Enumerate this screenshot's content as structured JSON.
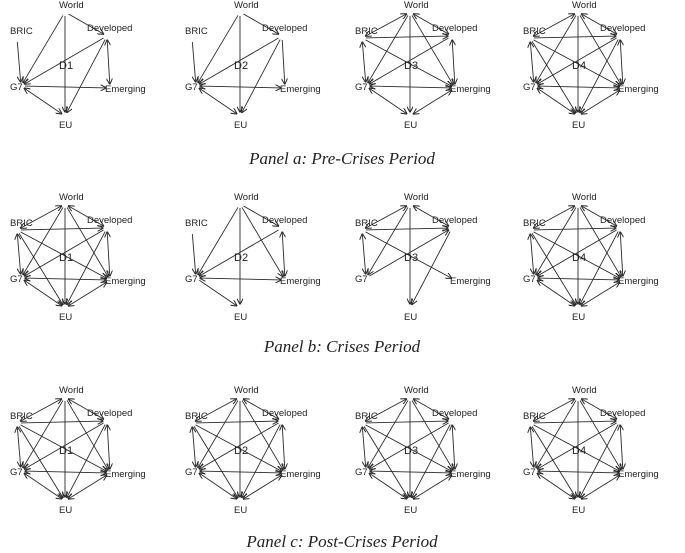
{
  "figure": {
    "node_labels": [
      "World",
      "BRIC",
      "Developed",
      "G7",
      "Emerging",
      "EU"
    ],
    "panels": [
      {
        "caption": "Panel a: Pre-Crises Period",
        "graphs": [
          {
            "label": "D1",
            "edges": [
              [
                "World",
                "Developed",
                "->"
              ],
              [
                "World",
                "G7",
                "->"
              ],
              [
                "Developed",
                "G7",
                "->"
              ],
              [
                "Developed",
                "Emerging",
                "<->"
              ],
              [
                "BRIC",
                "G7",
                "->"
              ],
              [
                "G7",
                "Emerging",
                "->"
              ],
              [
                "G7",
                "EU",
                "<->"
              ],
              [
                "World",
                "EU",
                "->"
              ],
              [
                "Developed",
                "EU",
                "->"
              ]
            ]
          },
          {
            "label": "D2",
            "edges": [
              [
                "World",
                "Developed",
                "->"
              ],
              [
                "World",
                "G7",
                "->"
              ],
              [
                "Developed",
                "G7",
                "->"
              ],
              [
                "Developed",
                "Emerging",
                "->"
              ],
              [
                "BRIC",
                "G7",
                "->"
              ],
              [
                "G7",
                "Emerging",
                "<->"
              ],
              [
                "G7",
                "EU",
                "<->"
              ],
              [
                "World",
                "EU",
                "->"
              ],
              [
                "Developed",
                "EU",
                "->"
              ]
            ]
          },
          {
            "label": "D3",
            "edges": [
              [
                "World",
                "BRIC",
                "<->"
              ],
              [
                "World",
                "Developed",
                "<->"
              ],
              [
                "BRIC",
                "G7",
                "<->"
              ],
              [
                "Developed",
                "Emerging",
                "<->"
              ],
              [
                "G7",
                "EU",
                "<->"
              ],
              [
                "Emerging",
                "EU",
                "<->"
              ],
              [
                "World",
                "EU",
                "->"
              ],
              [
                "BRIC",
                "Emerging",
                "->"
              ],
              [
                "Developed",
                "G7",
                "->"
              ],
              [
                "BRIC",
                "Developed",
                "->"
              ],
              [
                "G7",
                "Emerging",
                "<->"
              ],
              [
                "World",
                "G7",
                "->"
              ],
              [
                "World",
                "Emerging",
                "->"
              ]
            ]
          },
          {
            "label": "D4",
            "edges": [
              [
                "World",
                "BRIC",
                "<->"
              ],
              [
                "World",
                "Developed",
                "<->"
              ],
              [
                "BRIC",
                "G7",
                "<->"
              ],
              [
                "Developed",
                "Emerging",
                "<->"
              ],
              [
                "G7",
                "EU",
                "<->"
              ],
              [
                "Emerging",
                "EU",
                "<->"
              ],
              [
                "World",
                "EU",
                "->"
              ],
              [
                "BRIC",
                "Emerging",
                "->"
              ],
              [
                "Developed",
                "G7",
                "->"
              ],
              [
                "BRIC",
                "Developed",
                "->"
              ],
              [
                "G7",
                "Emerging",
                "<->"
              ],
              [
                "World",
                "G7",
                "->"
              ],
              [
                "World",
                "Emerging",
                "->"
              ],
              [
                "BRIC",
                "EU",
                "->"
              ],
              [
                "Developed",
                "EU",
                "->"
              ]
            ]
          }
        ]
      },
      {
        "caption": "Panel b: Crises Period",
        "graphs": [
          {
            "label": "D1",
            "edges": [
              [
                "World",
                "BRIC",
                "<->"
              ],
              [
                "World",
                "Developed",
                "<->"
              ],
              [
                "BRIC",
                "G7",
                "<->"
              ],
              [
                "Developed",
                "Emerging",
                "<->"
              ],
              [
                "G7",
                "EU",
                "<->"
              ],
              [
                "Emerging",
                "EU",
                "<->"
              ],
              [
                "World",
                "EU",
                "->"
              ],
              [
                "BRIC",
                "Emerging",
                "->"
              ],
              [
                "Developed",
                "G7",
                "->"
              ],
              [
                "BRIC",
                "Developed",
                "->"
              ],
              [
                "G7",
                "Emerging",
                "<->"
              ],
              [
                "World",
                "G7",
                "->"
              ],
              [
                "World",
                "Emerging",
                "->"
              ],
              [
                "BRIC",
                "EU",
                "->"
              ],
              [
                "Developed",
                "EU",
                "->"
              ]
            ]
          },
          {
            "label": "D2",
            "edges": [
              [
                "World",
                "Developed",
                "->"
              ],
              [
                "World",
                "G7",
                "->"
              ],
              [
                "Developed",
                "G7",
                "->"
              ],
              [
                "Developed",
                "Emerging",
                "<->"
              ],
              [
                "BRIC",
                "G7",
                "->"
              ],
              [
                "G7",
                "Emerging",
                "<->"
              ],
              [
                "G7",
                "EU",
                "->"
              ],
              [
                "World",
                "EU",
                "->"
              ],
              [
                "World",
                "Emerging",
                "->"
              ]
            ]
          },
          {
            "label": "D3",
            "edges": [
              [
                "World",
                "BRIC",
                "<->"
              ],
              [
                "BRIC",
                "Developed",
                "->"
              ],
              [
                "BRIC",
                "G7",
                "<->"
              ],
              [
                "World",
                "G7",
                "->"
              ],
              [
                "World",
                "EU",
                "->"
              ],
              [
                "BRIC",
                "Emerging",
                "->"
              ],
              [
                "G7",
                "Developed",
                "->"
              ],
              [
                "World",
                "Developed",
                "<->"
              ],
              [
                "Developed",
                "EU",
                "->"
              ]
            ]
          },
          {
            "label": "D4",
            "edges": [
              [
                "World",
                "BRIC",
                "<->"
              ],
              [
                "World",
                "Developed",
                "<->"
              ],
              [
                "BRIC",
                "G7",
                "<->"
              ],
              [
                "Developed",
                "Emerging",
                "<->"
              ],
              [
                "G7",
                "EU",
                "<->"
              ],
              [
                "Emerging",
                "EU",
                "<->"
              ],
              [
                "World",
                "EU",
                "->"
              ],
              [
                "BRIC",
                "Emerging",
                "->"
              ],
              [
                "Developed",
                "G7",
                "->"
              ],
              [
                "BRIC",
                "Developed",
                "->"
              ],
              [
                "G7",
                "Emerging",
                "<->"
              ],
              [
                "World",
                "G7",
                "->"
              ],
              [
                "World",
                "Emerging",
                "->"
              ],
              [
                "BRIC",
                "EU",
                "->"
              ],
              [
                "Developed",
                "EU",
                "->"
              ]
            ]
          }
        ]
      },
      {
        "caption": "Panel c: Post-Crises Period",
        "graphs": [
          {
            "label": "D1",
            "edges": [
              [
                "World",
                "BRIC",
                "<->"
              ],
              [
                "World",
                "Developed",
                "<->"
              ],
              [
                "BRIC",
                "G7",
                "<->"
              ],
              [
                "Developed",
                "Emerging",
                "<->"
              ],
              [
                "G7",
                "EU",
                "<->"
              ],
              [
                "Emerging",
                "EU",
                "<->"
              ],
              [
                "World",
                "EU",
                "->"
              ],
              [
                "BRIC",
                "Emerging",
                "->"
              ],
              [
                "Developed",
                "G7",
                "->"
              ],
              [
                "BRIC",
                "Developed",
                "->"
              ],
              [
                "G7",
                "Emerging",
                "<->"
              ],
              [
                "World",
                "G7",
                "->"
              ],
              [
                "World",
                "Emerging",
                "->"
              ],
              [
                "BRIC",
                "EU",
                "->"
              ],
              [
                "Developed",
                "EU",
                "->"
              ]
            ]
          },
          {
            "label": "D2",
            "edges": [
              [
                "World",
                "BRIC",
                "<->"
              ],
              [
                "World",
                "Developed",
                "<->"
              ],
              [
                "BRIC",
                "G7",
                "<->"
              ],
              [
                "Developed",
                "Emerging",
                "<->"
              ],
              [
                "G7",
                "EU",
                "<->"
              ],
              [
                "Emerging",
                "EU",
                "<->"
              ],
              [
                "World",
                "EU",
                "->"
              ],
              [
                "BRIC",
                "Emerging",
                "->"
              ],
              [
                "Developed",
                "G7",
                "->"
              ],
              [
                "BRIC",
                "Developed",
                "->"
              ],
              [
                "G7",
                "Emerging",
                "<->"
              ],
              [
                "World",
                "G7",
                "->"
              ],
              [
                "World",
                "Emerging",
                "->"
              ],
              [
                "BRIC",
                "EU",
                "->"
              ],
              [
                "Developed",
                "EU",
                "->"
              ]
            ]
          },
          {
            "label": "D3",
            "edges": [
              [
                "World",
                "BRIC",
                "<->"
              ],
              [
                "World",
                "Developed",
                "<->"
              ],
              [
                "BRIC",
                "G7",
                "<->"
              ],
              [
                "Developed",
                "Emerging",
                "<->"
              ],
              [
                "G7",
                "EU",
                "<->"
              ],
              [
                "Emerging",
                "EU",
                "<->"
              ],
              [
                "World",
                "EU",
                "->"
              ],
              [
                "BRIC",
                "Emerging",
                "->"
              ],
              [
                "Developed",
                "G7",
                "->"
              ],
              [
                "BRIC",
                "Developed",
                "->"
              ],
              [
                "G7",
                "Emerging",
                "<->"
              ],
              [
                "World",
                "G7",
                "->"
              ],
              [
                "World",
                "Emerging",
                "->"
              ],
              [
                "BRIC",
                "EU",
                "->"
              ],
              [
                "Developed",
                "EU",
                "->"
              ]
            ]
          },
          {
            "label": "D4",
            "edges": [
              [
                "World",
                "BRIC",
                "<->"
              ],
              [
                "World",
                "Developed",
                "<->"
              ],
              [
                "BRIC",
                "G7",
                "<->"
              ],
              [
                "Developed",
                "Emerging",
                "<->"
              ],
              [
                "G7",
                "EU",
                "<->"
              ],
              [
                "Emerging",
                "EU",
                "<->"
              ],
              [
                "World",
                "EU",
                "->"
              ],
              [
                "BRIC",
                "Emerging",
                "->"
              ],
              [
                "Developed",
                "G7",
                "->"
              ],
              [
                "BRIC",
                "Developed",
                "->"
              ],
              [
                "G7",
                "Emerging",
                "<->"
              ],
              [
                "World",
                "G7",
                "->"
              ],
              [
                "World",
                "Emerging",
                "->"
              ],
              [
                "BRIC",
                "EU",
                "->"
              ],
              [
                "Developed",
                "EU",
                "->"
              ]
            ]
          }
        ]
      }
    ]
  }
}
